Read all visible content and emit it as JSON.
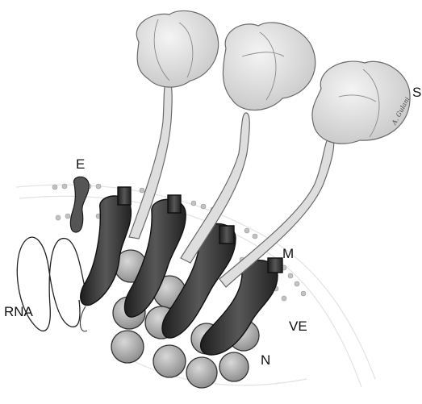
{
  "labels": {
    "s": "S",
    "e": "E",
    "m": "M",
    "rna": "RNA",
    "ve": "VE",
    "n": "N"
  },
  "signature": "A. Gulani",
  "colors": {
    "ink": "#1a1a1a",
    "spike_fill": "#dedede",
    "spike_stroke": "#6a6a6a",
    "m_protein": "#3a3a3a",
    "n_protein": "#bdbdbd",
    "membrane_bead": "#c2c2c2",
    "envelope_line": "#e2e2e2"
  }
}
